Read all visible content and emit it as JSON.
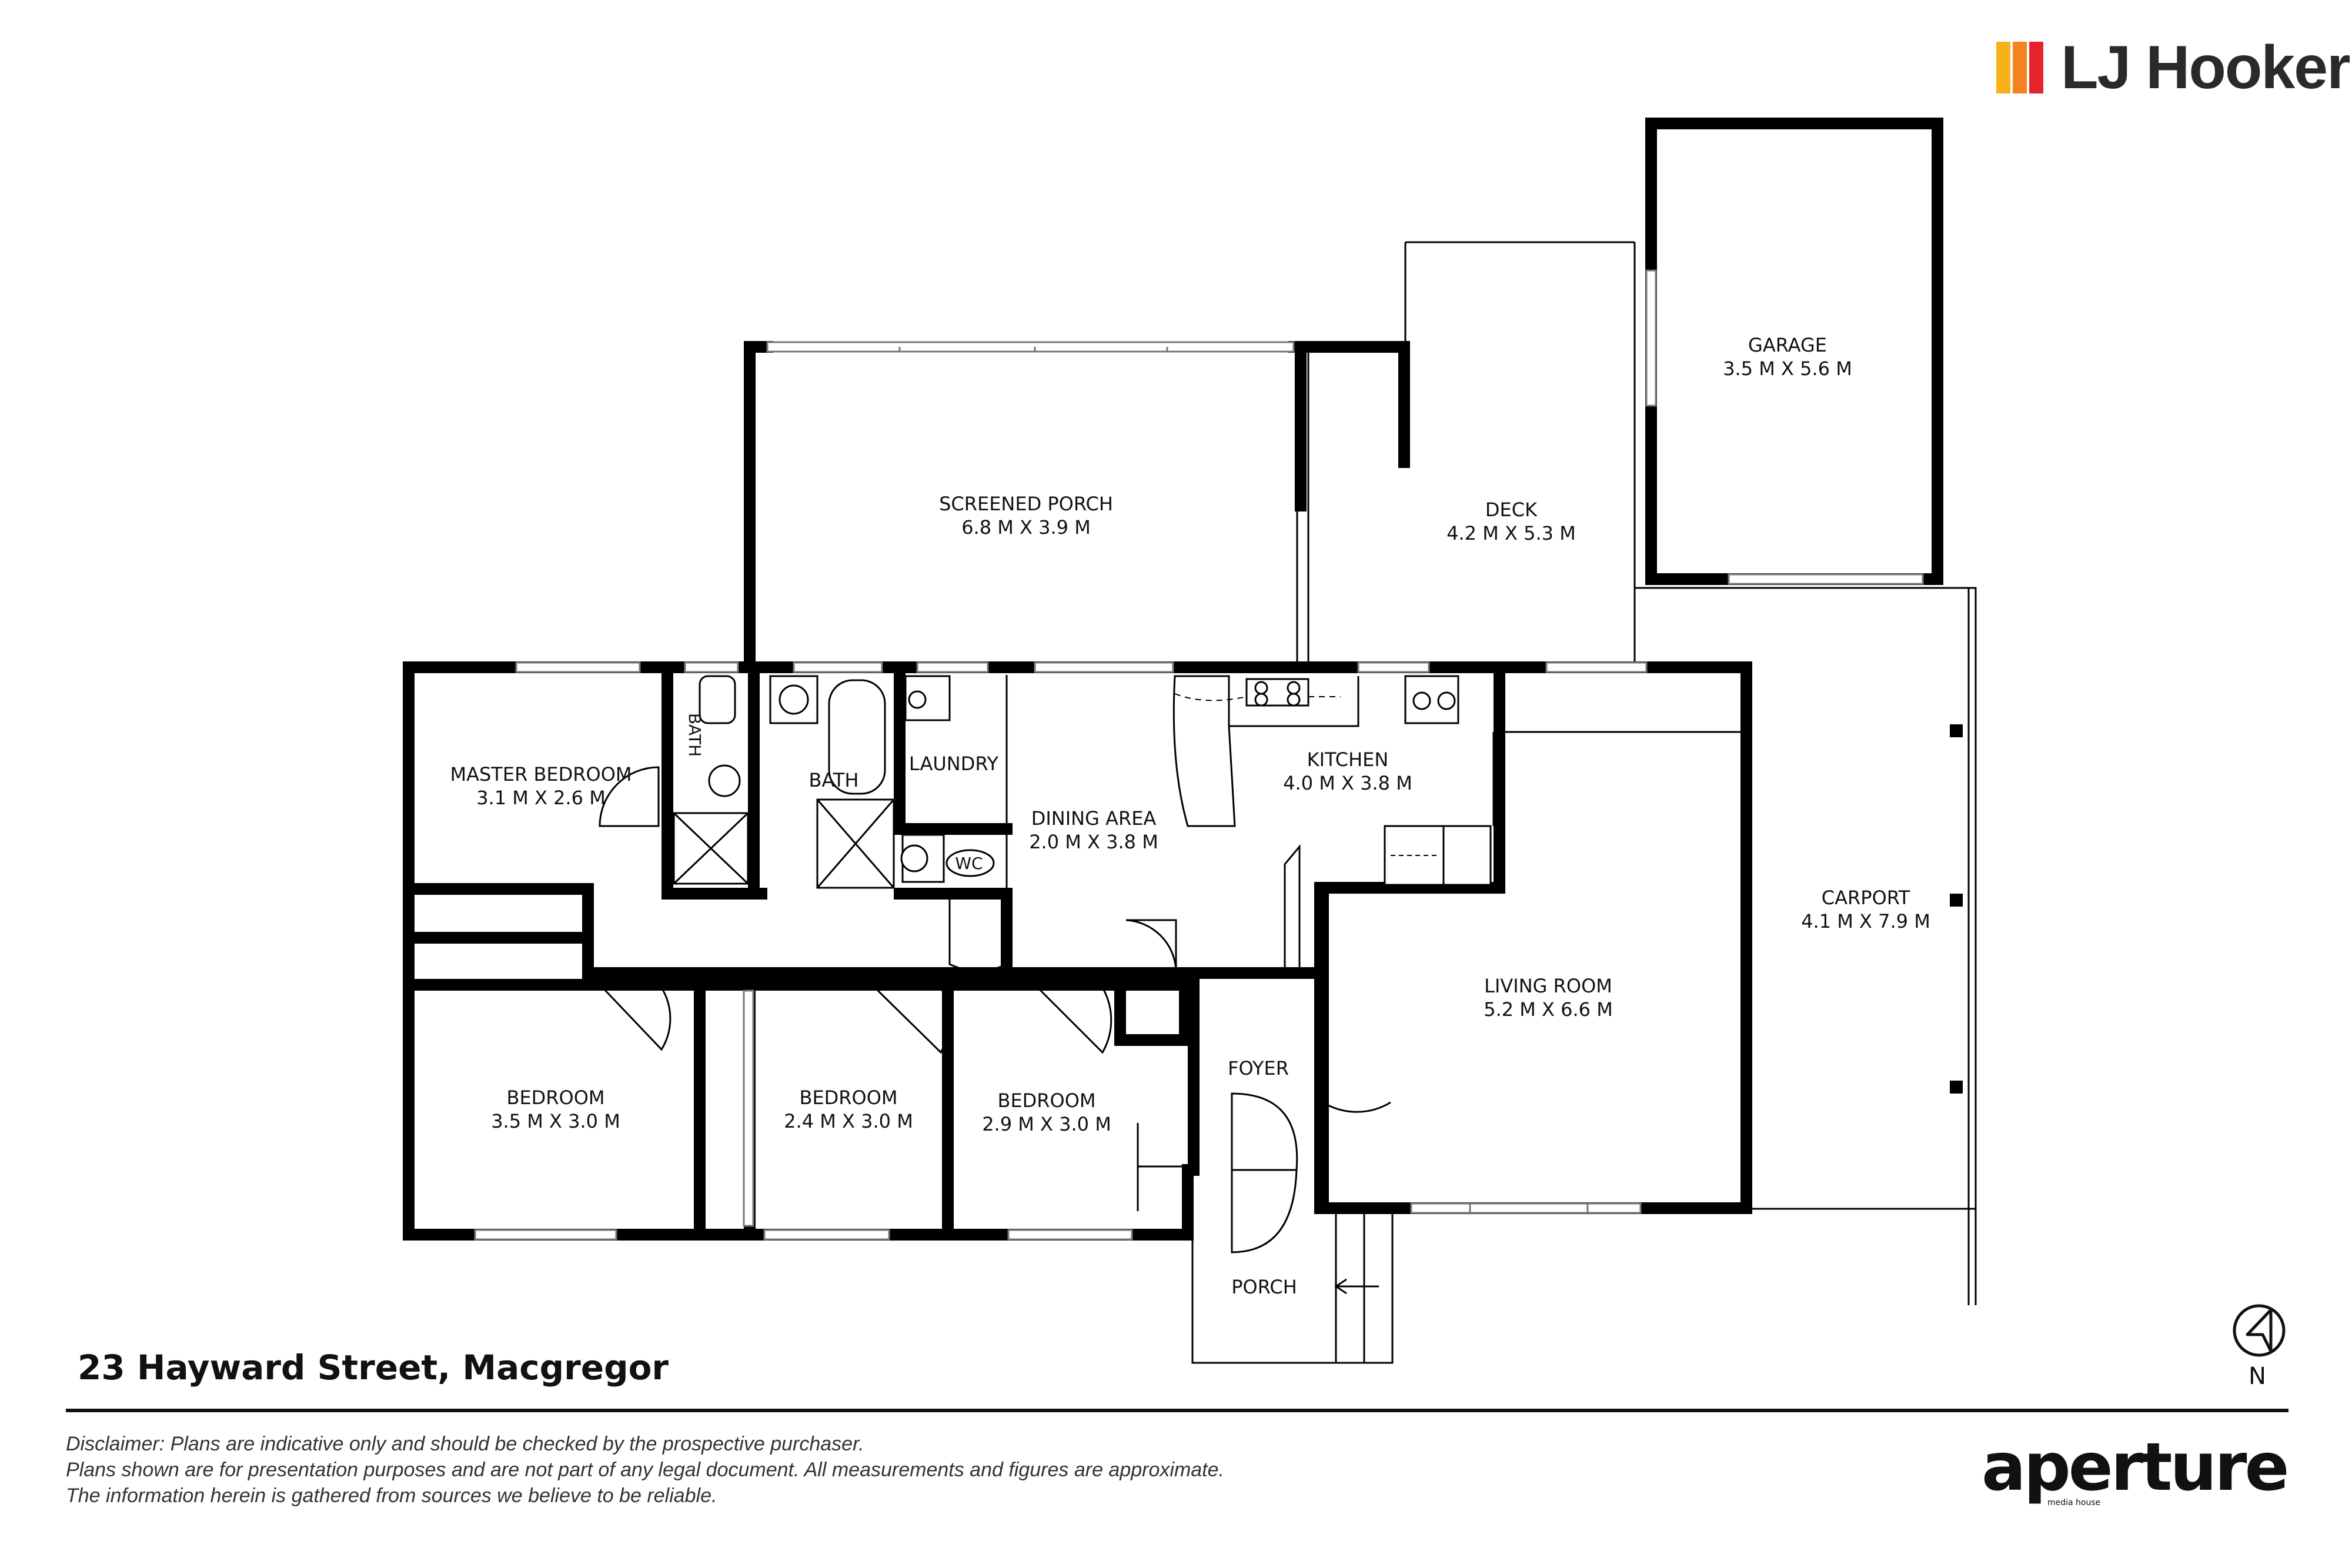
{
  "brand": {
    "agency": "LJ Hooker",
    "bar_colors": [
      "#f7b21a",
      "#f58220",
      "#e52329"
    ]
  },
  "property": {
    "address": "23 Hayward Street, Macgregor"
  },
  "rooms": [
    {
      "id": "garage",
      "name": "GARAGE",
      "dims": "3.5 M X 5.6 M"
    },
    {
      "id": "screened-porch",
      "name": "SCREENED PORCH",
      "dims": "6.8 M X 3.9 M"
    },
    {
      "id": "deck",
      "name": "DECK",
      "dims": "4.2 M X 5.3 M"
    },
    {
      "id": "master-bedroom",
      "name": "MASTER BEDROOM",
      "dims": "3.1 M X 2.6 M"
    },
    {
      "id": "kitchen",
      "name": "KITCHEN",
      "dims": "4.0 M X 3.8 M"
    },
    {
      "id": "dining-area",
      "name": "DINING AREA",
      "dims": "2.0 M X 3.8 M"
    },
    {
      "id": "carport",
      "name": "CARPORT",
      "dims": "4.1 M X 7.9 M"
    },
    {
      "id": "living-room",
      "name": "LIVING ROOM",
      "dims": "5.2 M X 6.6 M"
    },
    {
      "id": "bedroom-1",
      "name": "BEDROOM",
      "dims": "3.5 M X 3.0 M"
    },
    {
      "id": "bedroom-2",
      "name": "BEDROOM",
      "dims": "2.4 M X 3.0 M"
    },
    {
      "id": "bedroom-3",
      "name": "BEDROOM",
      "dims": "2.9 M X 3.0 M"
    }
  ],
  "labels": {
    "bath_ensuite": "BATH",
    "bath": "BATH",
    "laundry": "LAUNDRY",
    "wc": "WC",
    "foyer": "FOYER",
    "porch": "PORCH"
  },
  "compass": {
    "label": "N",
    "icon": "north-arrow-icon"
  },
  "disclaimer": {
    "label": "Disclaimer:",
    "line1": "Plans are indicative only and should be checked by the prospective purchaser.",
    "line2": "Plans shown are for presentation purposes and are not part of any legal document. All measurements and figures are approximate.",
    "line3": "The information herein is gathered from sources we believe to be reliable."
  },
  "footer_brand": {
    "name": "aperture",
    "tagline": "media house"
  }
}
